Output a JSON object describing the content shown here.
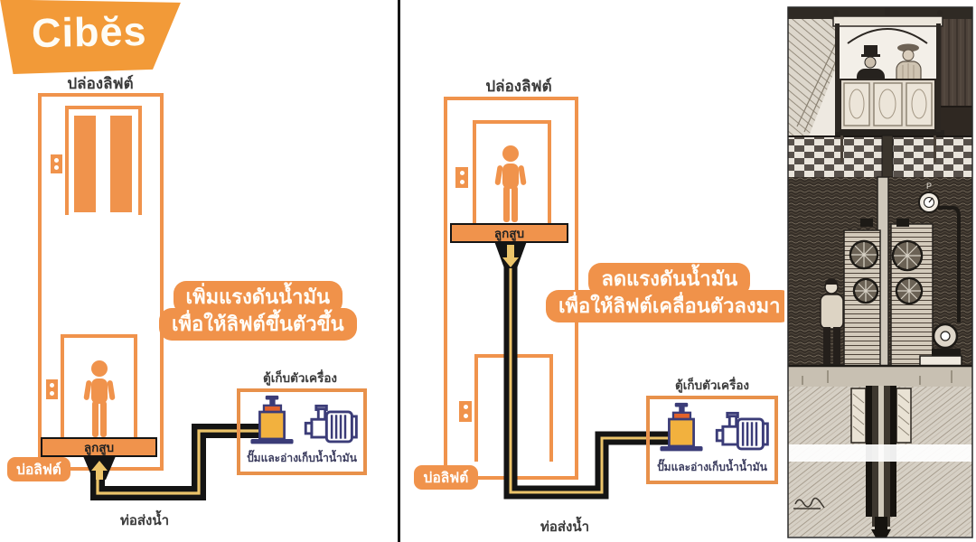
{
  "logo": {
    "text": "Cibĕs"
  },
  "colors": {
    "accent_orange": "#F0934C",
    "logo_orange": "#F29A38",
    "pipe_black": "#141414",
    "pipe_yellow": "#ECC46A",
    "machine_navy": "#3B3C78",
    "jack_yellow": "#F2B13E",
    "jack_collar_orange": "#E2622B",
    "text_dark": "#3A3A3A"
  },
  "panels": {
    "up": {
      "shaft_label": "ปล่องลิฟต์",
      "bubble_line1": "เพิ่มแรงดันน้ำมัน",
      "bubble_line2": "เพื่อให้ลิฟต์ขึ้นตัวขึ้น",
      "piston_label": "ลูกสูบ",
      "pit_label": "บ่อลิฟต์",
      "pipe_label": "ท่อส่งน้ำ",
      "cabinet_label": "ตู้เก็บตัวเครื่อง",
      "pump_label": "ปั๊มและอ่างเก็บน้ำน้ำมัน"
    },
    "down": {
      "shaft_label": "ปล่องลิฟต์",
      "bubble_line1": "ลดแรงดันน้ำมัน",
      "bubble_line2": "เพื่อให้ลิฟต์เคลื่อนตัวลงมา",
      "piston_label": "ลูกสูบ",
      "pit_label": "บ่อลิฟต์",
      "pipe_label": "ท่อส่งน้ำ",
      "cabinet_label": "ตู้เก็บตัวเครื่อง",
      "pump_label": "ปั๊มและอ่างเก็บน้ำน้ำมัน"
    }
  },
  "engraving": {
    "gauge_label": "P"
  }
}
